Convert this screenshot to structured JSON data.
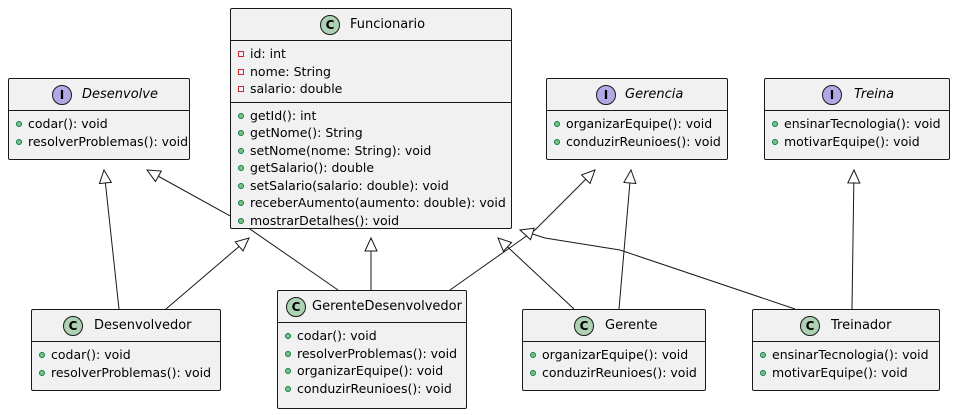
{
  "classes": {
    "funcionario": {
      "kind": "C",
      "name": "Funcionario",
      "fields": [
        "id: int",
        "nome: String",
        "salario: double"
      ],
      "methods": [
        "getId(): int",
        "getNome(): String",
        "setNome(nome: String): void",
        "getSalario(): double",
        "setSalario(salario: double): void",
        "receberAumento(aumento: double): void",
        "mostrarDetalhes(): void"
      ]
    },
    "desenvolve": {
      "kind": "I",
      "name": "Desenvolve",
      "methods": [
        "codar(): void",
        "resolverProblemas(): void"
      ]
    },
    "gerencia": {
      "kind": "I",
      "name": "Gerencia",
      "methods": [
        "organizarEquipe(): void",
        "conduzirReunioes(): void"
      ]
    },
    "treina": {
      "kind": "I",
      "name": "Treina",
      "methods": [
        "ensinarTecnologia(): void",
        "motivarEquipe(): void"
      ]
    },
    "desenvolvedor": {
      "kind": "C",
      "name": "Desenvolvedor",
      "methods": [
        "codar(): void",
        "resolverProblemas(): void"
      ]
    },
    "gerenteDesenvolvedor": {
      "kind": "C",
      "name": "GerenteDesenvolvedor",
      "methods": [
        "codar(): void",
        "resolverProblemas(): void",
        "organizarEquipe(): void",
        "conduzirReunioes(): void"
      ]
    },
    "gerente": {
      "kind": "C",
      "name": "Gerente",
      "methods": [
        "organizarEquipe(): void",
        "conduzirReunioes(): void"
      ]
    },
    "treinador": {
      "kind": "C",
      "name": "Treinador",
      "methods": [
        "ensinarTecnologia(): void",
        "motivarEquipe(): void"
      ]
    }
  },
  "colors": {
    "class_stereotype": "#add1b2",
    "interface_stereotype": "#b4a7e5",
    "box_fill": "#f1f1f1",
    "border": "#181818",
    "public_dot": "#84be84",
    "private_square": "#c82930"
  }
}
